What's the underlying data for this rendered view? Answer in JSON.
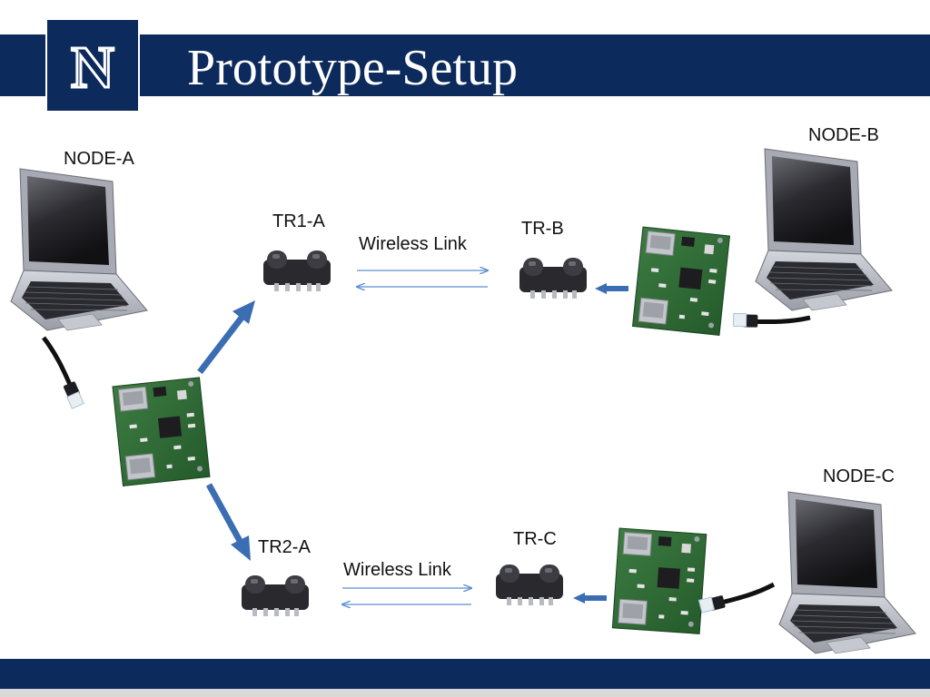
{
  "slide": {
    "title": "Prototype-Setup",
    "logo_letter": "N"
  },
  "nodes": {
    "a": {
      "label": "NODE-A"
    },
    "b": {
      "label": "NODE-B"
    },
    "c": {
      "label": "NODE-C"
    }
  },
  "transceivers": {
    "tr1a": {
      "label": "TR1-A"
    },
    "tr2a": {
      "label": "TR2-A"
    },
    "trb": {
      "label": "TR-B"
    },
    "trc": {
      "label": "TR-C"
    }
  },
  "links": {
    "upper": {
      "label": "Wireless Link"
    },
    "lower": {
      "label": "Wireless Link"
    }
  },
  "colors": {
    "header": "#0c2a5c",
    "arrow": "#3b6db3",
    "link_line": "#5b8fcf",
    "board": "#2f6d3a"
  }
}
